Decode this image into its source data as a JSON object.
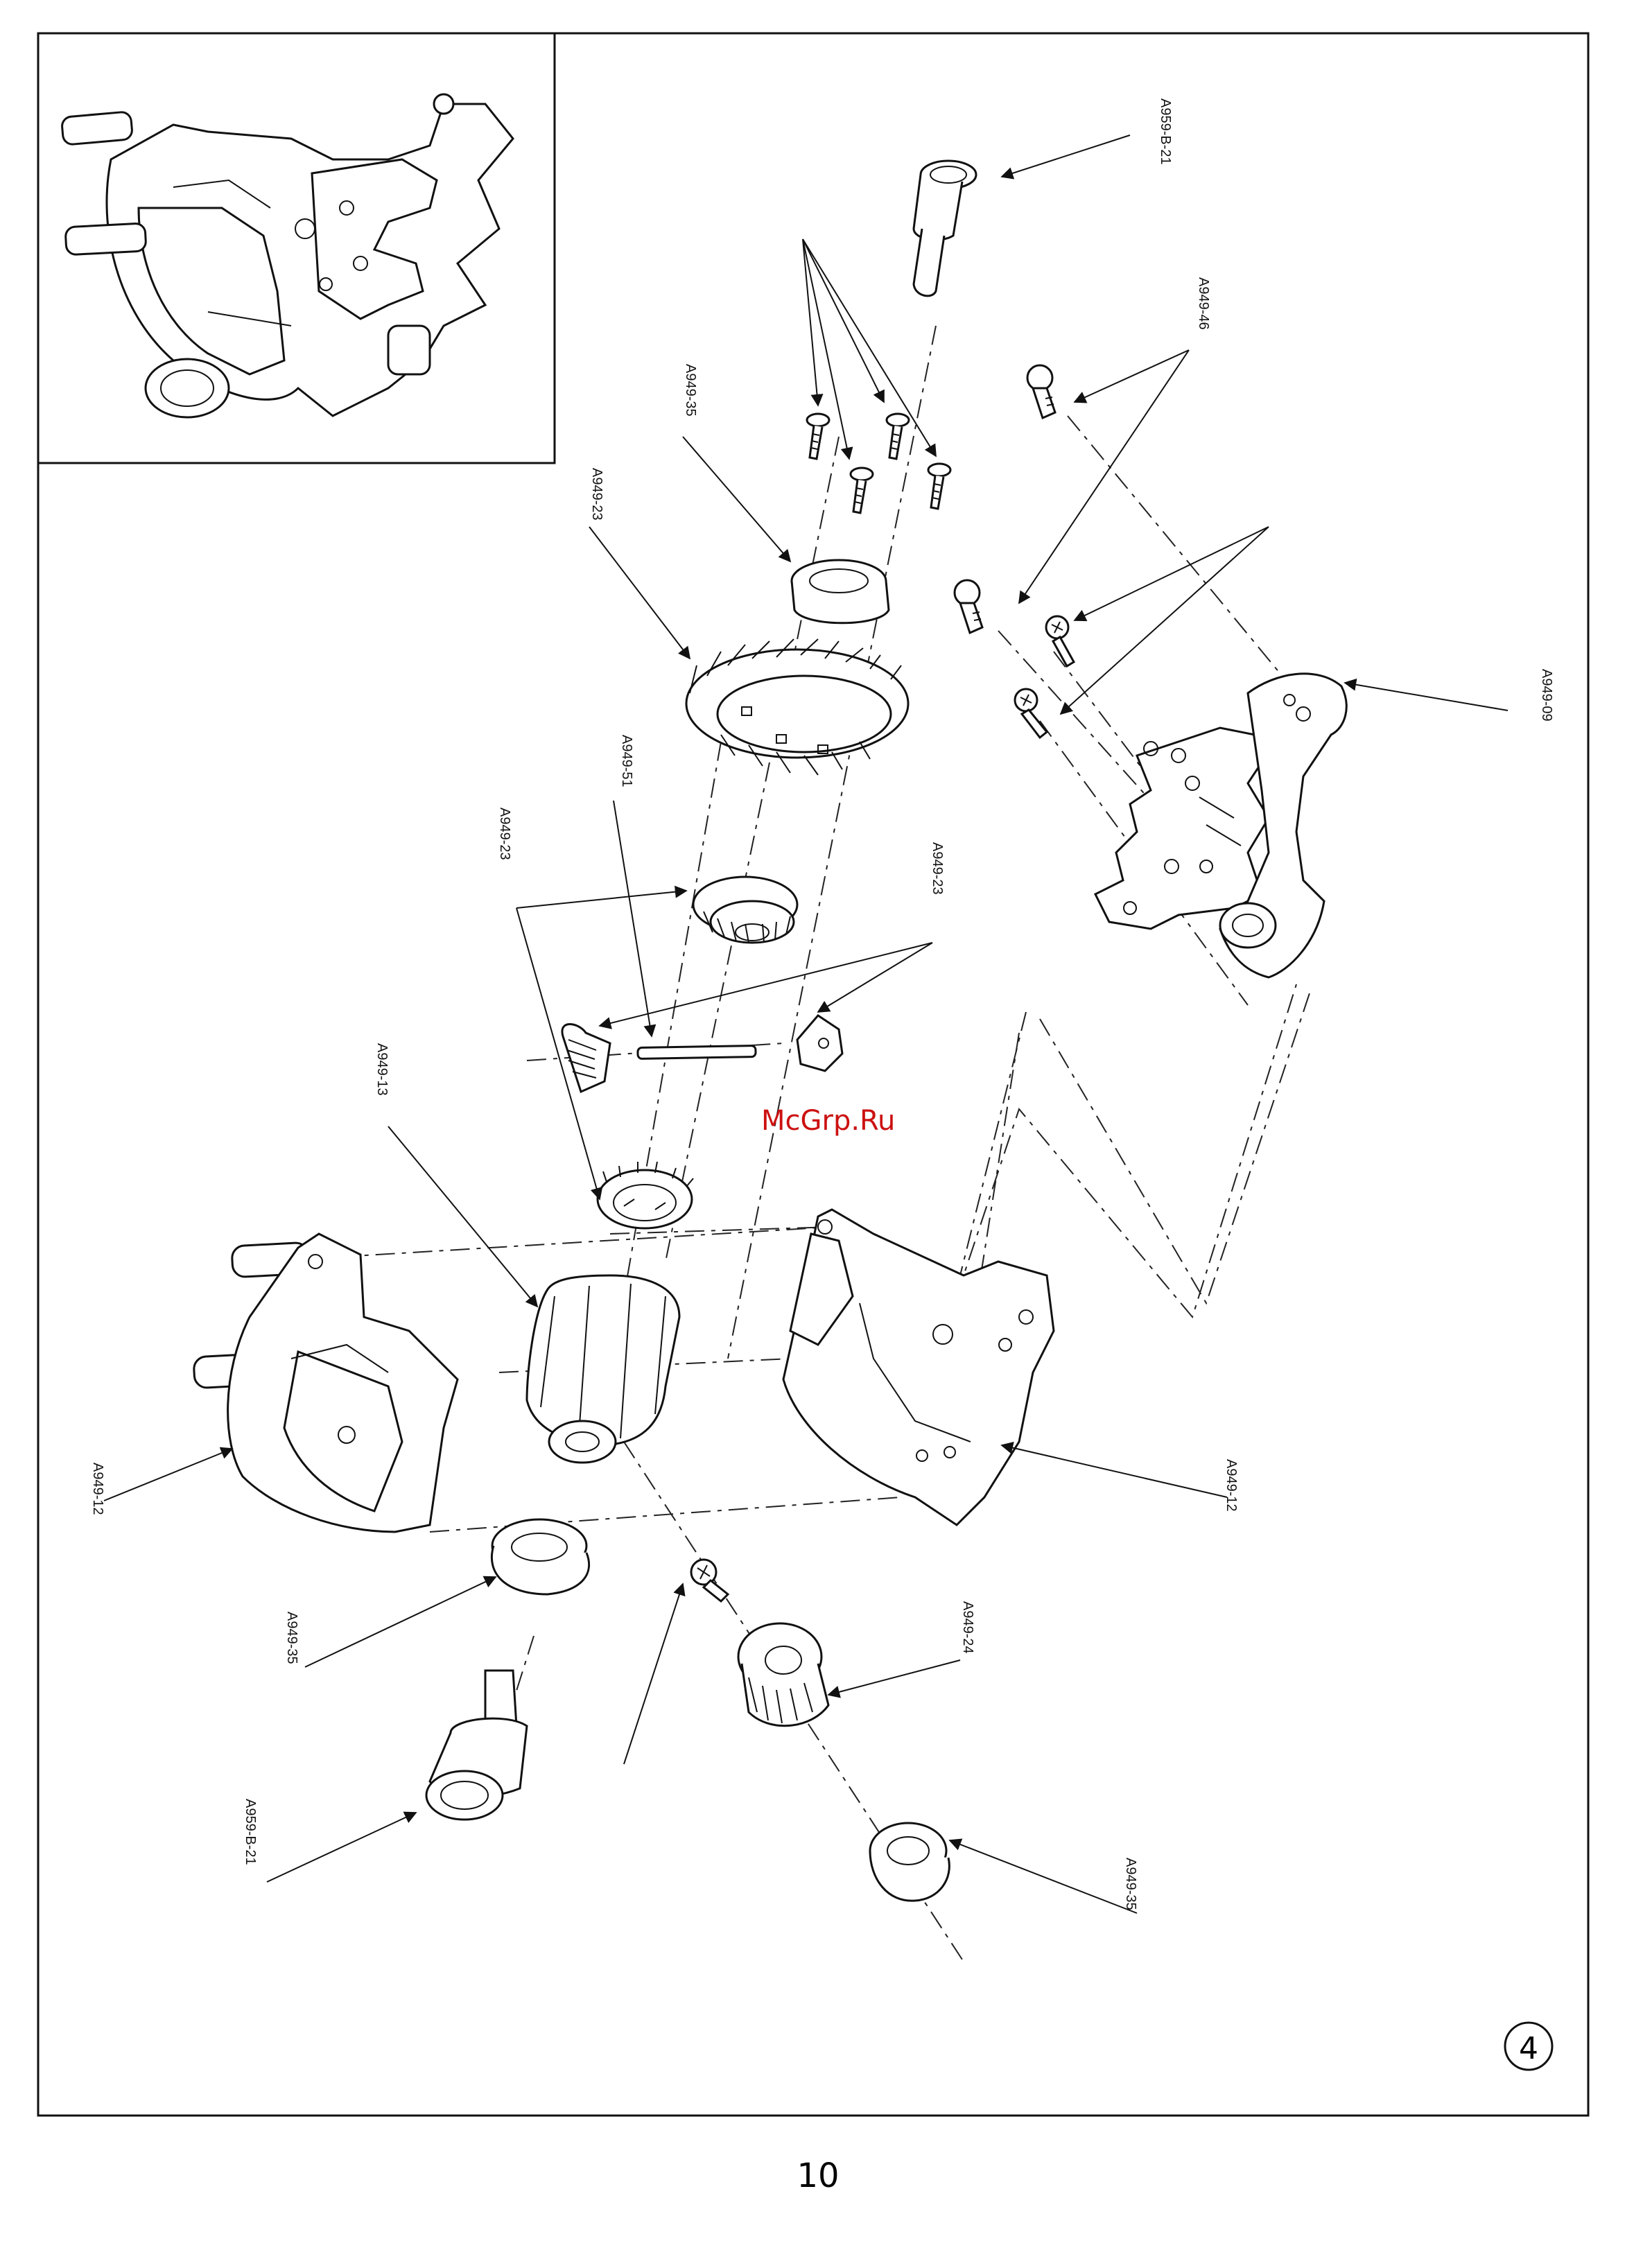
{
  "labels": {
    "a959_b_21_top": "A959-B-21",
    "a949_46": "A949-46",
    "a949_35_top": "A949-35",
    "a949_23_top": "A949-23",
    "a949_09": "A949-09",
    "a949_51": "A949-51",
    "a949_23_left": "A949-23",
    "a949_23_right": "A949-23",
    "a949_13": "A949-13",
    "a949_12_left": "A949-12",
    "a949_12_right": "A949-12",
    "a949_35_left": "A949-35",
    "a949_24": "A949-24",
    "a959_b_21_bottom": "A959-B-21",
    "a949_35_bottom": "A949-35"
  },
  "step_number": "4",
  "page_number": "10",
  "watermark": "McGrp.Ru",
  "colors": {
    "line": "#111111",
    "watermark": "#cc1111",
    "background": "#ffffff"
  }
}
